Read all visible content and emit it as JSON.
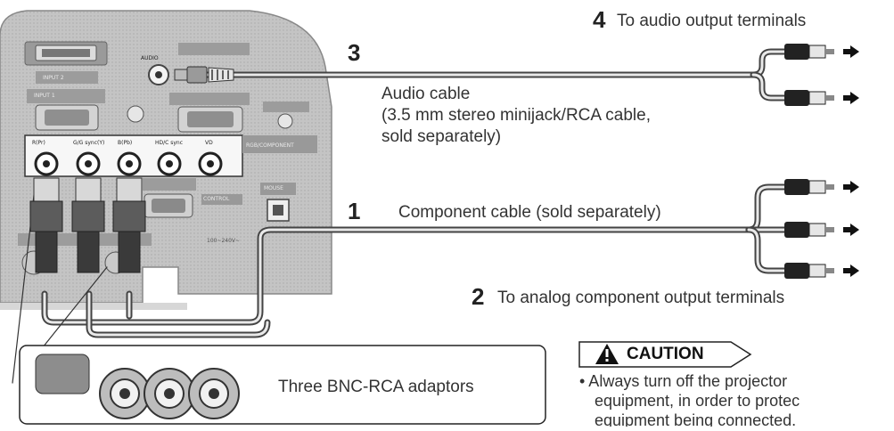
{
  "callouts": {
    "c4": {
      "number": "4",
      "text": "To audio output terminals"
    },
    "c3": {
      "number": "3"
    },
    "c1": {
      "number": "1",
      "text": "Component cable (sold separately)"
    },
    "c2": {
      "number": "2",
      "text": "To analog component output terminals"
    }
  },
  "audio_cable": {
    "line1": "Audio cable",
    "line2": "(3.5 mm stereo minijack/RCA cable,",
    "line3": "sold separately)"
  },
  "adaptors_label": "Three BNC-RCA adaptors",
  "caution": {
    "title": "CAUTION",
    "line1": "• Always turn off the projector",
    "line2": "equipment, in order to protec",
    "line3": "equipment being connected."
  },
  "panel_labels": {
    "audio_jack": "AUDIO",
    "input1": "INPUT 1",
    "input2": "INPUT 2",
    "rgb_component": "RGB/COMPONENT",
    "control": "CONTROL",
    "mouse": "MOUSE",
    "voltage": "100~240V~",
    "bnc_r": "R(Pr)",
    "bnc_g": "G/G sync(Y)",
    "bnc_b": "B(Pb)",
    "bnc_hd": "HD/C sync",
    "bnc_vd": "VD"
  },
  "colors": {
    "panel": "#bdbdbd",
    "panel_dark": "#8a8a8a",
    "cable": "#555555",
    "text": "#333333"
  },
  "icons": {
    "warning": "warning-triangle-icon",
    "arrow": "arrow-right-icon"
  }
}
